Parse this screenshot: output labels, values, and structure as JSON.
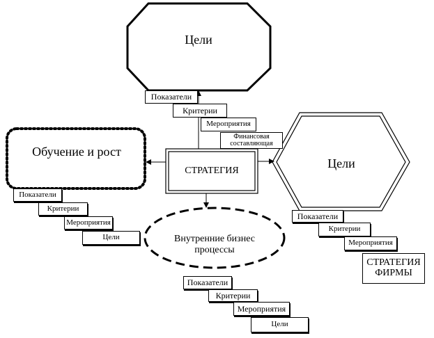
{
  "center": {
    "label": "СТРАТЕГИЯ"
  },
  "top": {
    "title": "Цели",
    "items": [
      "Показатели",
      "Критерии",
      "Мероприятия",
      "Финансовая составляющая"
    ]
  },
  "left": {
    "title": "Обучение и рост",
    "items": [
      "Показатели",
      "Критерии",
      "Мероприятия",
      "Цели"
    ]
  },
  "bottom": {
    "title": "Внутренние бизнес процессы",
    "items": [
      "Показатели",
      "Критерии",
      "Мероприятия",
      "Цели"
    ]
  },
  "right": {
    "title": "Цели",
    "items": [
      "Показатели",
      "Критерии",
      "Мероприятия"
    ],
    "final": "СТРАТЕГИЯ ФИРМЫ"
  }
}
